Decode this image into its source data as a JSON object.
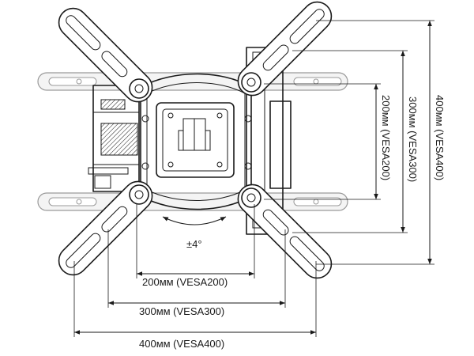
{
  "dimensions": {
    "h200": "200мм (VESA200)",
    "h300": "300мм (VESA300)",
    "h400": "400мм (VESA400)",
    "v200": "200мм (VESA200)",
    "v300": "300мм (VESA300)",
    "v400": "400мм (VESA400)"
  },
  "tilt_angle": "±4°",
  "colors": {
    "ink": "#1a1a1a",
    "ghost": "#9a9a9a"
  }
}
